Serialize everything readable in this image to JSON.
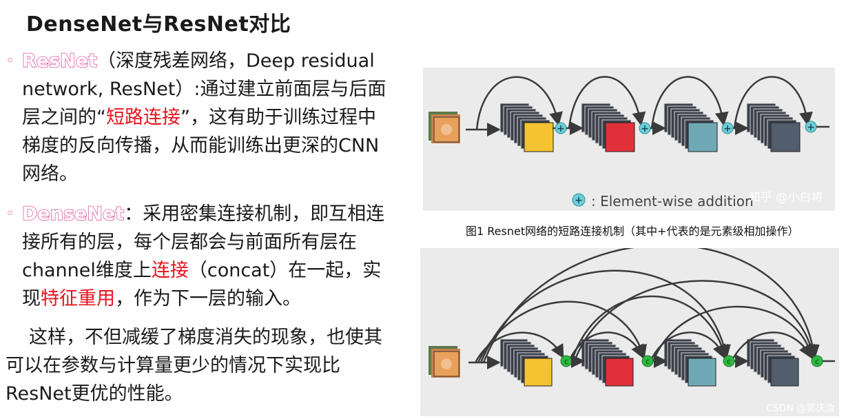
{
  "title": "DenseNet与ResNet对比",
  "bullet1": {
    "term": "ResNet",
    "text_a": "（深度残差网络，Deep residual network, ResNet）:通过建立前面层与后面层之间的“",
    "highlight": "短路连接",
    "text_b": "”，这有助于训练过程中梯度的反向传播，从而能训练出更深的CNN网络。"
  },
  "bullet2": {
    "term": "DenseNet",
    "text_a": "：采用密集连接机制，即互相连接所有的层，每个层都会与前面所有层在channel维度上",
    "highlight1": "连接",
    "text_b": "（concat）在一起，实现",
    "highlight2": "特征重用",
    "text_c": "，作为下一层的输入。"
  },
  "paragraph": "这样，不但减缓了梯度消失的现象，也使其可以在参数与计算量更少的情况下实现比ResNet更优的性能。",
  "figure1": {
    "caption": "图1 Resnet网络的短路连接机制（其中+代表的是元素级相加操作）",
    "legend_symbol": "+",
    "legend_text": ": Element-wise addition",
    "watermark": "知乎 @小白将"
  },
  "figure2": {
    "node_symbol": "c",
    "watermark": "CSDN @郭庆汝"
  },
  "colors": {
    "block_yellow": "#f5c330",
    "block_red": "#e0303a",
    "block_teal": "#6fa9b5",
    "block_slate": "#525d6e",
    "add_node": "#6ccfd8",
    "concat_node": "#2db83f",
    "highlight_red": "#e8121e",
    "term_pink": "#e05aa0"
  }
}
